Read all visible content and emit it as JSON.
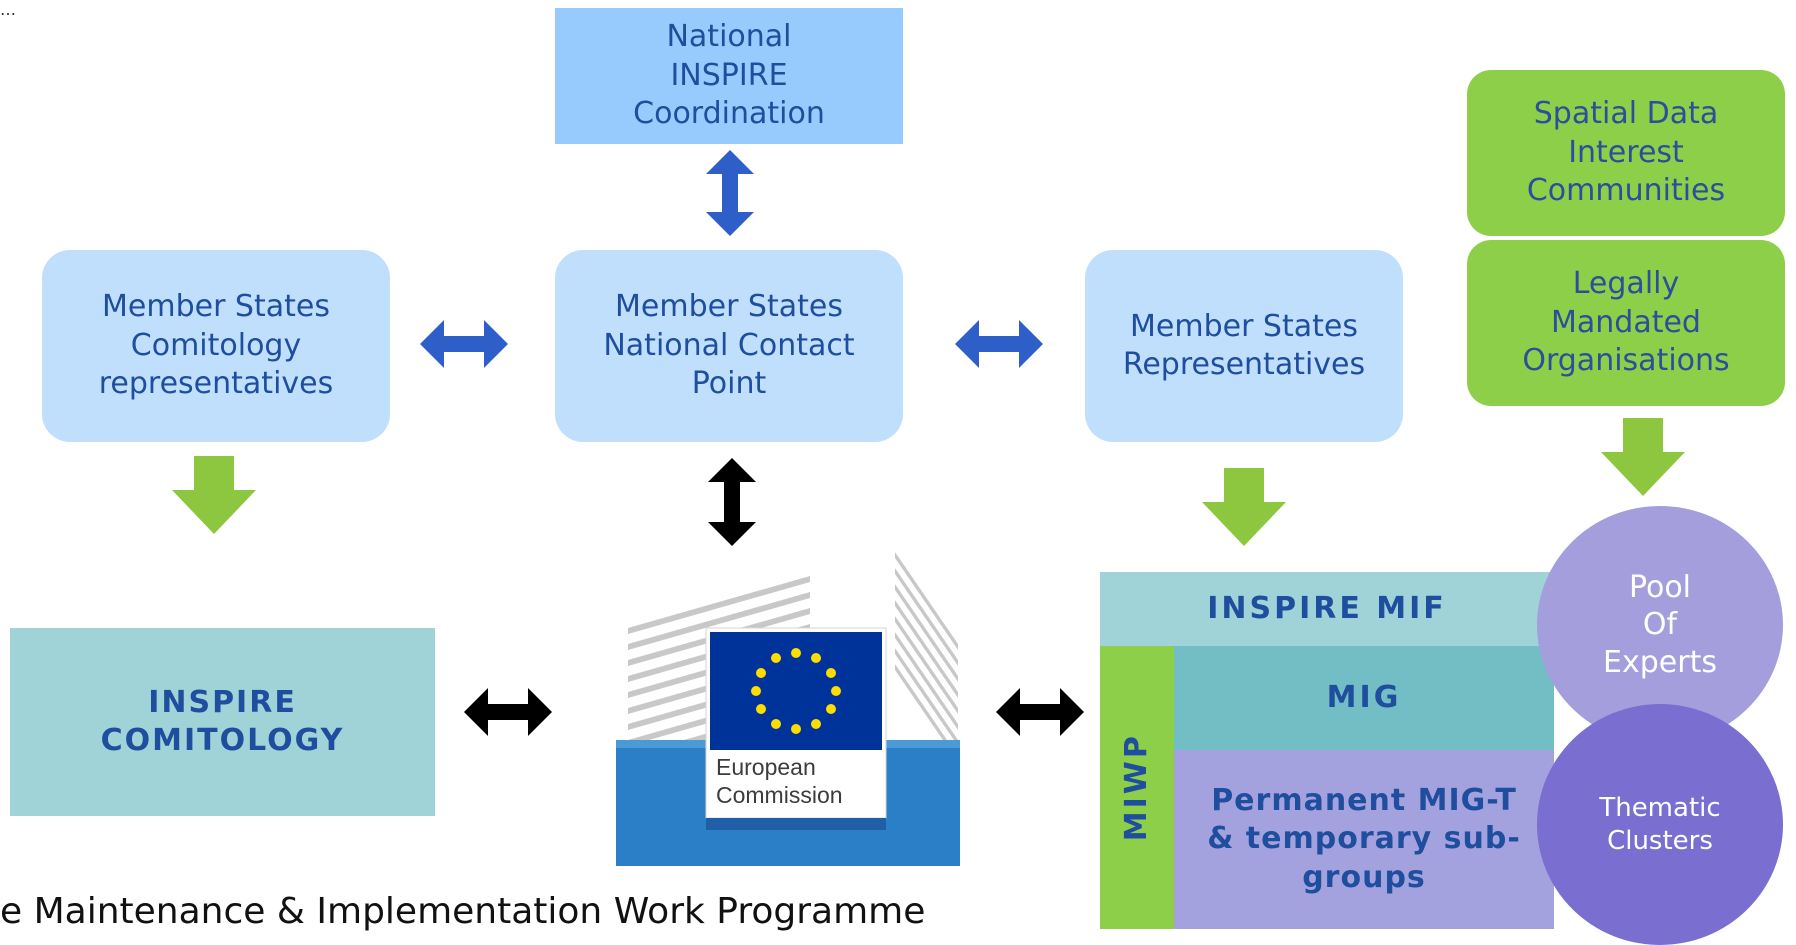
{
  "corner_mark": "…",
  "top_box": {
    "lines": [
      "National",
      "INSPIRE",
      "Coordination"
    ]
  },
  "comitology_reps": {
    "lines": [
      "Member States",
      "Comitology",
      "representatives"
    ]
  },
  "contact_point": {
    "lines": [
      "Member States",
      "National Contact",
      "Point"
    ]
  },
  "ms_reps": {
    "lines": [
      "Member States",
      "Representatives"
    ]
  },
  "sdic": {
    "lines": [
      "Spatial Data",
      "Interest",
      "Communities"
    ]
  },
  "lmo": {
    "lines": [
      "Legally",
      "Mandated",
      "Organisations"
    ]
  },
  "comitology": {
    "lines": [
      "INSPIRE",
      "COMITOLOGY"
    ]
  },
  "commission_logo": {
    "lines": [
      "European",
      "Commission"
    ]
  },
  "mif": {
    "label": "INSPIRE MIF"
  },
  "mig": {
    "label": "MIG"
  },
  "miwp": {
    "label": "MIWP"
  },
  "subgroups": {
    "lines": [
      "Permanent MIG-T",
      "& temporary sub-",
      "groups"
    ]
  },
  "pool": {
    "lines": [
      "Pool",
      "Of",
      "Experts"
    ]
  },
  "clusters": {
    "lines": [
      "Thematic",
      "Clusters"
    ]
  },
  "bottom_text": "e Maintenance & Implementation Work Programme",
  "colors": {
    "arrow_blue": "#2e5fc8",
    "arrow_green": "#8dc63f",
    "arrow_black": "#000000",
    "box_light_blue": "#bfdffd",
    "box_green": "#8ecf4a",
    "teal": "#a0d3d8",
    "eu_blue": "#003399",
    "star_yellow": "#ffdd00"
  }
}
